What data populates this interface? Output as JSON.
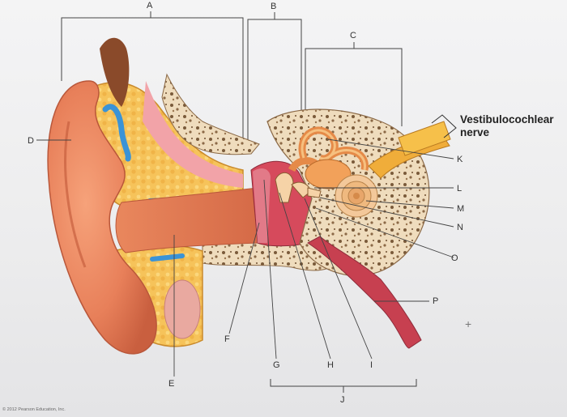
{
  "labels": {
    "A": "A",
    "B": "B",
    "C": "C",
    "D": "D",
    "E": "E",
    "F": "F",
    "G": "G",
    "H": "H",
    "I": "I",
    "J": "J",
    "K": "K",
    "L": "L",
    "M": "M",
    "N": "N",
    "O": "O",
    "P": "P"
  },
  "nerve_label_line1": "Vestibulocochlear",
  "nerve_label_line2": "nerve",
  "copyright": "© 2012 Pearson Education, Inc.",
  "plus_mark": "+"
}
